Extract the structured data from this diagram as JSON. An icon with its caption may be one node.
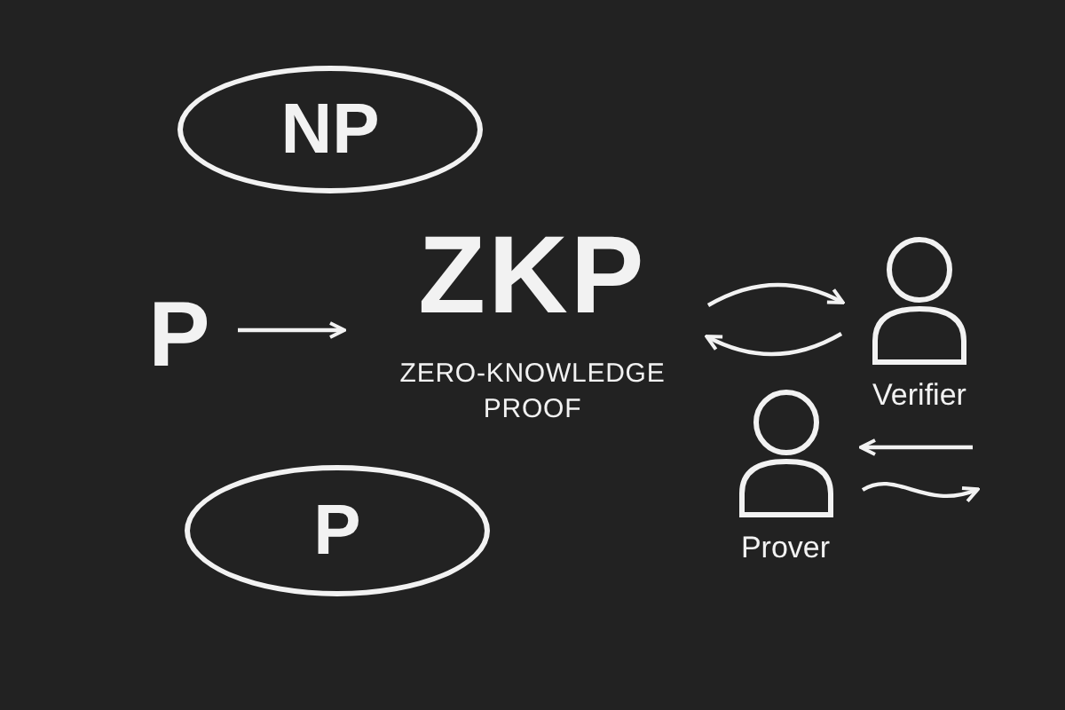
{
  "diagram": {
    "nodes": [
      {
        "text": [
          "NP"
        ]
      },
      {
        "text": [
          "P"
        ]
      },
      {
        "text": [
          "ZKP",
          "ZERO-KNOWLEDGE PROOF"
        ]
      },
      {
        "text": [
          "Verifier"
        ]
      },
      {
        "text": [
          "Prover"
        ]
      },
      {
        "text": [
          "P"
        ]
      }
    ],
    "edges": [
      {
        "from": 1,
        "to": 2,
        "arrow": "to"
      },
      {
        "from": 2,
        "to": 3,
        "arrow": "to"
      },
      {
        "from": 3,
        "to": 2,
        "arrow": "to"
      },
      {
        "from": null,
        "to": 4,
        "arrow": "to"
      },
      {
        "from": 4,
        "to": null,
        "arrow": "to"
      }
    ]
  }
}
